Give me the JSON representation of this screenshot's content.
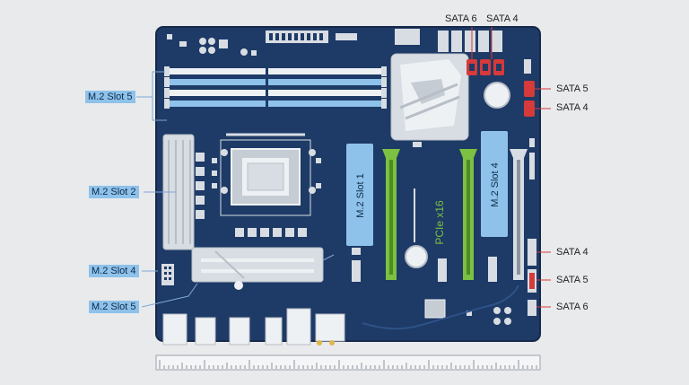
{
  "labels_left": [
    {
      "id": "m2-slot-5-dimm",
      "text": "M.2 Slot 5"
    },
    {
      "id": "m2-slot-2",
      "text": "M.2 Slot 2"
    },
    {
      "id": "m2-slot-4-left",
      "text": "M.2 Slot 4"
    },
    {
      "id": "m2-slot-5-bottom",
      "text": "M.2 Slot 5"
    }
  ],
  "labels_top": [
    "SATA 6",
    "SATA 4"
  ],
  "labels_right": [
    "SATA 5",
    "SATA 4",
    "SATA 4",
    "SATA 5",
    "SATA 6"
  ],
  "board_text": {
    "slot1": "M.2 Slot 1",
    "slot4": "M.2 Slot 4",
    "pcie": "PCIe x16"
  },
  "colors": {
    "board": "#1e3a66",
    "board_edge": "#16294a",
    "m2_blue": "#8ec2ea",
    "sata_red": "#d63a3a",
    "pcie_green": "#7cc142",
    "heatsink": "#d8dde3",
    "background": "#e9eaec"
  }
}
